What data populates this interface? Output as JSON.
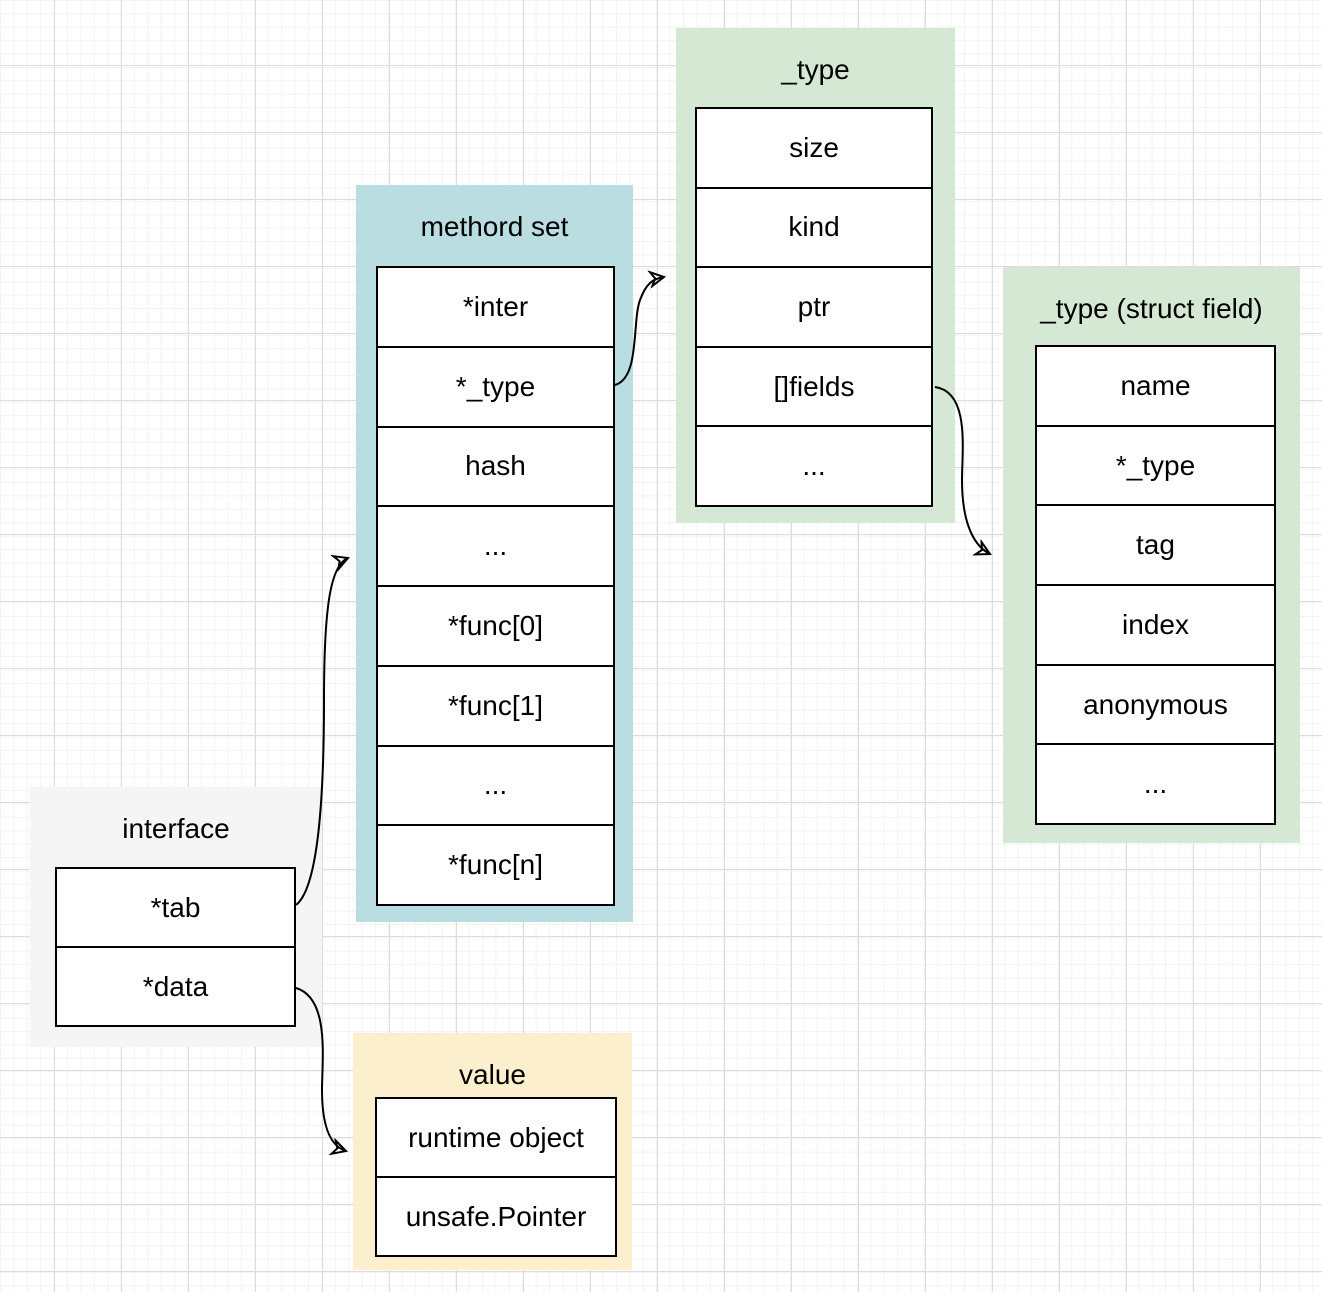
{
  "diagram": {
    "boxes": [
      {
        "id": "interface",
        "title": "interface",
        "fill": "#f5f5f5",
        "rows": [
          "*tab",
          "*data"
        ]
      },
      {
        "id": "method-set",
        "title": "methord set",
        "fill": "#b9dde1",
        "rows": [
          "*inter",
          "*_type",
          "hash",
          "...",
          "*func[0]",
          "*func[1]",
          "...",
          "*func[n]"
        ]
      },
      {
        "id": "type",
        "title": "_type",
        "fill": "#d5e8d4",
        "rows": [
          "size",
          "kind",
          "ptr",
          "[]fields",
          "..."
        ]
      },
      {
        "id": "type-struct-field",
        "title": "_type (struct field)",
        "fill": "#d5e8d4",
        "rows": [
          "name",
          "*_type",
          "tag",
          "index",
          "anonymous",
          "..."
        ]
      },
      {
        "id": "value",
        "title": "value",
        "fill": "#fbefcd",
        "rows": [
          "runtime object",
          "unsafe.Pointer"
        ]
      }
    ],
    "connections": [
      {
        "from": "interface / *tab",
        "to": "methord set"
      },
      {
        "from": "methord set / *_type",
        "to": "_type"
      },
      {
        "from": "_type / []fields",
        "to": "_type (struct field)"
      },
      {
        "from": "interface / *data",
        "to": "value"
      }
    ],
    "stroke_color": "#000000",
    "grid_major_color": "#dcdcdc",
    "grid_minor_color": "#f3f2f6"
  }
}
